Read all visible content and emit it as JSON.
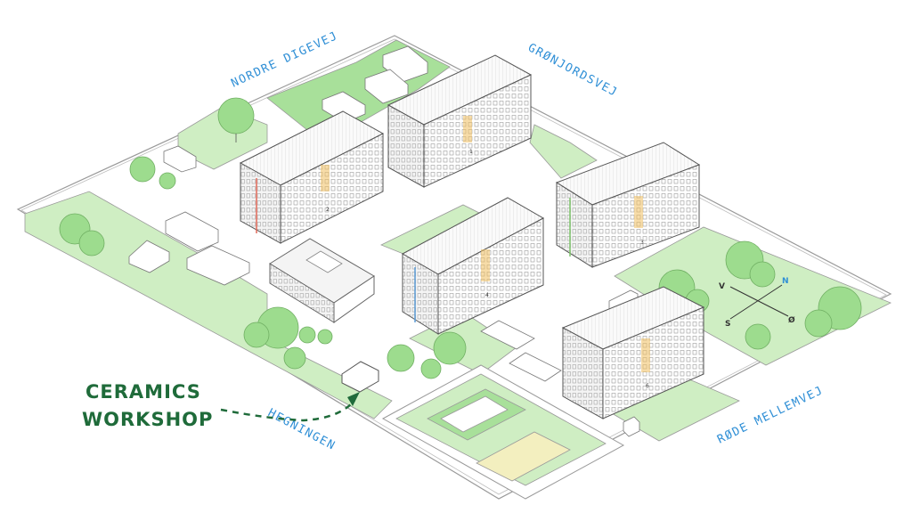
{
  "streets": {
    "nordre_digevej": "NORDRE DIGEVEJ",
    "gronjordsvej": "GRØNJORDSVEJ",
    "hegningen": "HEGNINGEN",
    "rode_mellemvej": "RØDE MELLEMVEJ"
  },
  "buildings": [
    {
      "number": "1",
      "accent": "#e8b84a"
    },
    {
      "number": "2",
      "accent": "#e06a5a"
    },
    {
      "number": "3",
      "accent": "#7cc36a"
    },
    {
      "number": "4",
      "accent": "#5b9bd5"
    },
    {
      "number": "6",
      "accent": "#e8b84a"
    }
  ],
  "callout": {
    "line1": "CERAMICS",
    "line2": "WORKSHOP",
    "color": "#1f6b3a"
  },
  "compass": {
    "north": "N",
    "south": "S",
    "west": "V",
    "east": "Ø",
    "north_color": "#2f8fd6"
  },
  "colors": {
    "lawn": "#cfeec3",
    "park": "#a8e09a",
    "tree": "#9ddc8e",
    "street_label": "#2f8fd6",
    "building_window_accent": "#f0c060"
  }
}
